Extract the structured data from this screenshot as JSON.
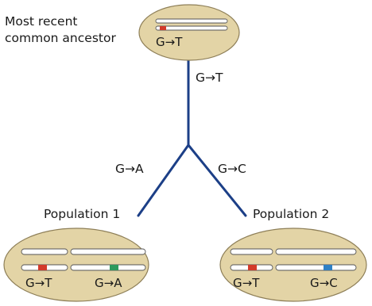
{
  "root": {
    "title_line1": "Most recent",
    "title_line2": "common ancestor",
    "mutation_label": "G→T"
  },
  "branches": {
    "trunk_label": "G→T",
    "left_label": "G→A",
    "right_label": "G→C"
  },
  "populations": [
    {
      "name": "Population 1",
      "marker1_label": "G→T",
      "marker2_label": "G→A"
    },
    {
      "name": "Population 2",
      "marker1_label": "G→T",
      "marker2_label": "G→C"
    }
  ],
  "colors": {
    "cell_fill": "#e3d4a6",
    "cell_stroke": "#8e7f58",
    "tree": "#1c3f87",
    "marker_red": "#d23b2a",
    "marker_green": "#2e9a5e",
    "marker_blue": "#2f80c4"
  }
}
